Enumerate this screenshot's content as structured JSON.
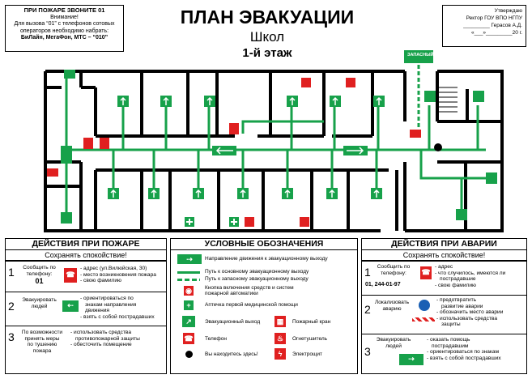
{
  "top_left": {
    "heading": "ПРИ ПОЖАРЕ ЗВОНИТЕ 01",
    "line1": "Внимание!",
    "line2": "Для вызова “01” с телефонов сотовых",
    "line3": "операторов необходимо набрать:",
    "line4": "БиЛайн, МегаФон, МТС – “010”"
  },
  "approve": {
    "line1": "Утверждаю",
    "line2": "Ректор ГОУ ВПО НГПУ",
    "line3": "_________ Герасов А.Д.",
    "line4": "«___»_________20   г."
  },
  "title": {
    "main": "ПЛАН ЭВАКУАЦИИ",
    "sub1": "Школ",
    "sub2": "1-й этаж"
  },
  "plan": {
    "exit_sign": "ЗАПАСНЫЙ ВЫХОД"
  },
  "fire_panel": {
    "heading": "ДЕЙСТВИЯ ПРИ ПОЖАРЕ",
    "subheading": "Сохранять спокойствие!",
    "s1_num": "1",
    "s1_a": "Сообщить по",
    "s1_b": "телефону:",
    "s1_phone": "01",
    "s1_r1": "- адрес (ул.Вилюйская, 30)",
    "s1_r2": "- место возникновения пожара",
    "s1_r3": "- свою фамилию",
    "s2_num": "2",
    "s2_a": "Эвакуировать",
    "s2_b": "людей",
    "s2_r1": "- ориентироваться по",
    "s2_r2": "знакам направления",
    "s2_r3": "движения",
    "s2_r4": "- взять с собой пострадавших",
    "s3_num": "3",
    "s3_a": "По возможности",
    "s3_b": "принять меры",
    "s3_c": "по тушению",
    "s3_d": "пожара",
    "s3_r1": "- использовать средства",
    "s3_r2": "противопожарной защиты",
    "s3_r3": "- обесточить помещение"
  },
  "legend": {
    "heading": "УСЛОВНЫЕ ОБОЗНАЧЕНИЯ",
    "l1": "Направление движения к эвакуационному выходу",
    "l2": "Путь к основному эвакуационному выходу",
    "l3": "Путь к запасному эвакуационному выходу",
    "l4": "Кнопка включения средств и систем",
    "l4b": "пожарной автоматики",
    "l5": "Аптечка первой медицинской помощи",
    "l6": "Эвакуационный выход",
    "l6b": "Пожарный кран",
    "l7": "Телефон",
    "l7b": "Огнетушитель",
    "l8": "Вы находитесь здесь!",
    "l8b": "Электрощит"
  },
  "accident_panel": {
    "heading": "ДЕЙСТВИЯ ПРИ АВАРИИ",
    "subheading": "Сохранять спокойствие!",
    "s1_num": "1",
    "s1_a": "Сообщить по",
    "s1_b": "телефону:",
    "s1_phone": "01, 244-01-97",
    "s1_r1": "- адрес",
    "s1_r2": "- что случилось, имеются ли",
    "s1_r3": "пострадавшие",
    "s1_r4": "- свою фамилию",
    "s2_num": "2",
    "s2_a": "Локализовать",
    "s2_b": "аварию",
    "s2_r1": "- предотвратить",
    "s2_r2": "развитие аварии",
    "s2_r3": "- обозначить место аварии",
    "s2_r4": "- использовать средства",
    "s2_r5": "защиты",
    "s3_num": "3",
    "s3_a": "Эвакуировать",
    "s3_b": "людей",
    "s3_r1": "- оказать помощь",
    "s3_r2": "пострадавшим",
    "s3_r3": "- ориентироваться по знакам",
    "s3_r4": "- взять с собой пострадавших"
  },
  "colors": {
    "green": "#17a14a",
    "red": "#e02020"
  }
}
